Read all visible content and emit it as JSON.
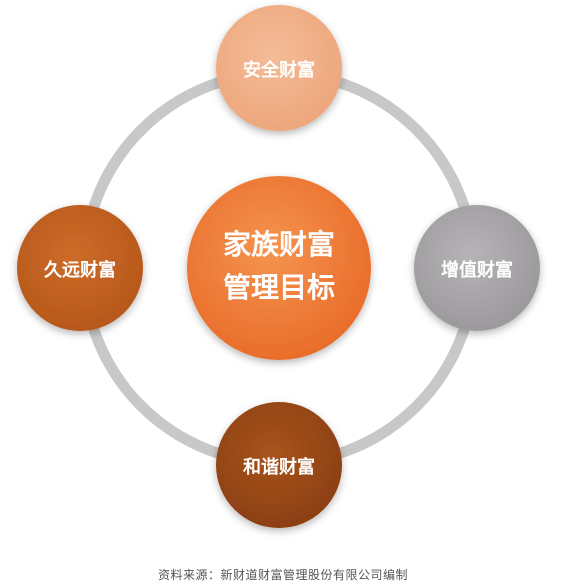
{
  "diagram": {
    "center": {
      "line1": "家族财富",
      "line2": "管理目标",
      "color": "#ee7a3a"
    },
    "nodes": {
      "top": {
        "label": "安全财富",
        "color": "#f0b088"
      },
      "right": {
        "label": "增值财富",
        "color": "#a8a6a8"
      },
      "bottom": {
        "label": "和谐财富",
        "color": "#9a4714"
      },
      "left": {
        "label": "久远财富",
        "color": "#c2601f"
      }
    },
    "ring_color": "#c8c8c8"
  },
  "source": {
    "text": "资料来源：新财道财富管理股份有限公司编制"
  }
}
